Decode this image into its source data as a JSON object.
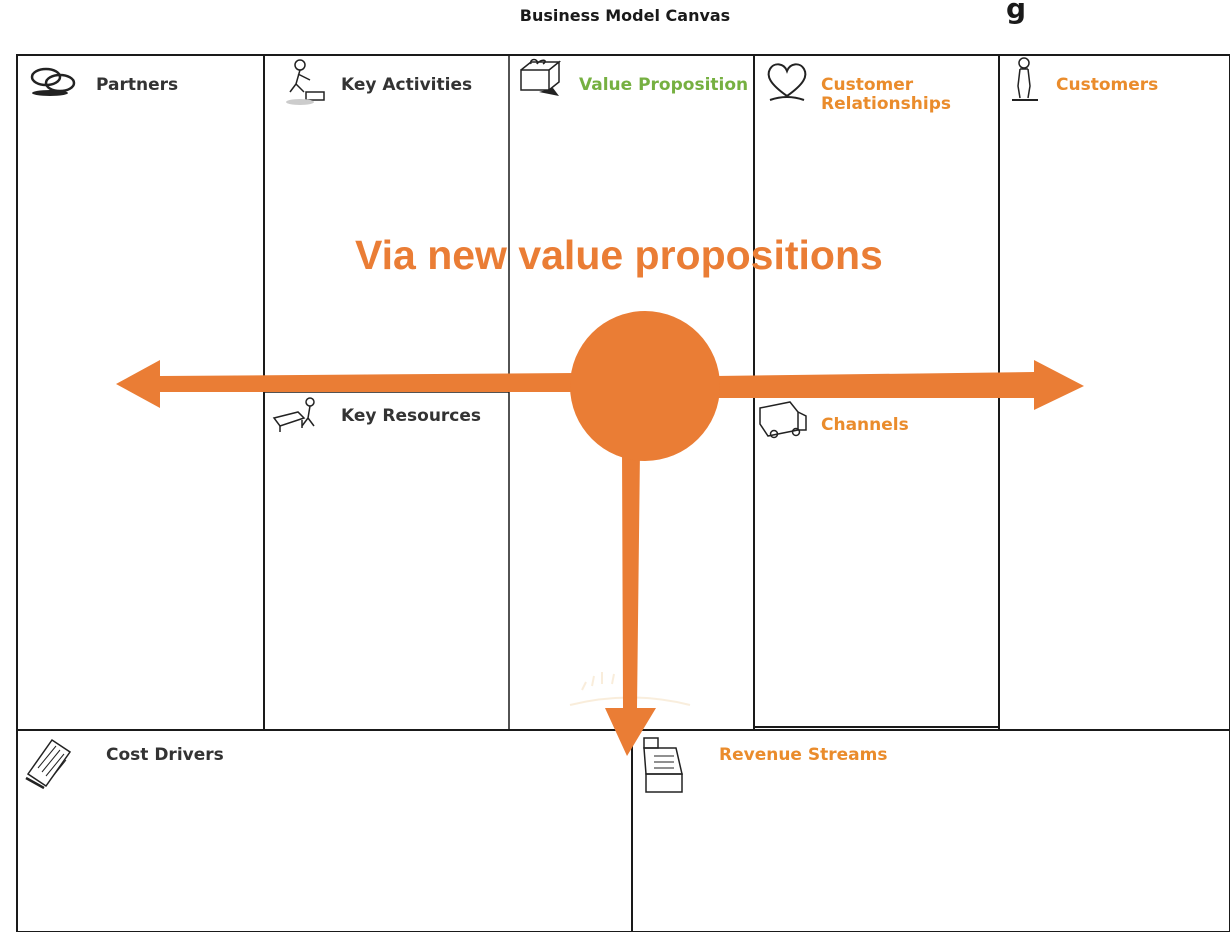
{
  "title": "Business Model Canvas",
  "title_extra": "g",
  "headline": "Via new value propositions",
  "blocks": {
    "partners": "Partners",
    "key_activities": "Key Activities",
    "value_proposition": "Value Proposition",
    "customer_relationships_1": "Customer",
    "customer_relationships_2": "Relationships",
    "customers": "Customers",
    "key_resources": "Key  Resources",
    "channels": "Channels",
    "cost_drivers": "Cost Drivers",
    "revenue_streams": "Revenue Streams"
  },
  "colors": {
    "accent_orange": "#ea7d35",
    "label_orange": "#ea8c2c",
    "label_green": "#76b041",
    "label_dark": "#333333",
    "border": "#1a1a1a"
  },
  "icons": [
    "chain-link-icon",
    "worker-icon",
    "gift-box-icon",
    "heart-icon",
    "person-icon",
    "workbench-icon",
    "truck-icon",
    "document-icon",
    "cash-register-icon"
  ]
}
